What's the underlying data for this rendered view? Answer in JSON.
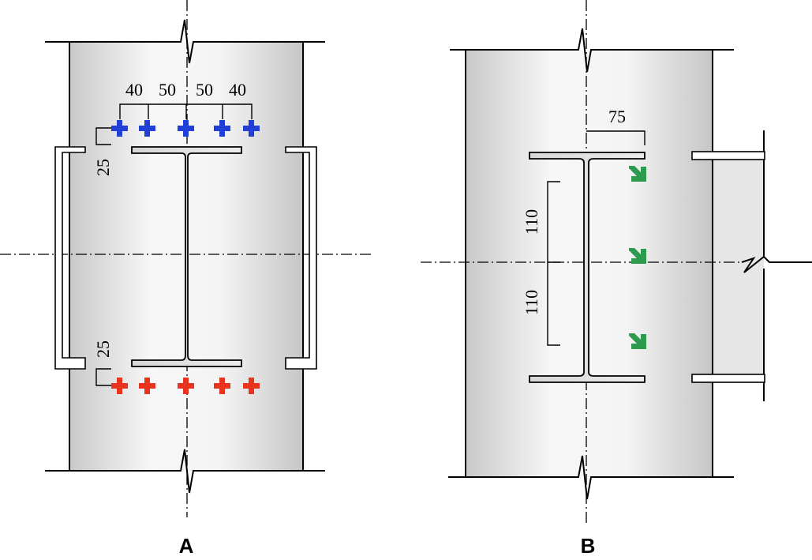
{
  "panels": {
    "a": {
      "label": "A",
      "dims_top": [
        "40",
        "50",
        "50",
        "40"
      ],
      "dim_top_offset": "25",
      "dim_bottom_offset": "25"
    },
    "b": {
      "label": "B",
      "dim_flange": "75",
      "dim_upper": "110",
      "dim_lower": "110"
    }
  },
  "colors": {
    "upper_markers": "#1f3fd6",
    "lower_markers": "#e8341c",
    "arrow_markers": "#2e9a4e",
    "column_light": "#f7f7f7",
    "column_dark": "#c9c9c9"
  }
}
